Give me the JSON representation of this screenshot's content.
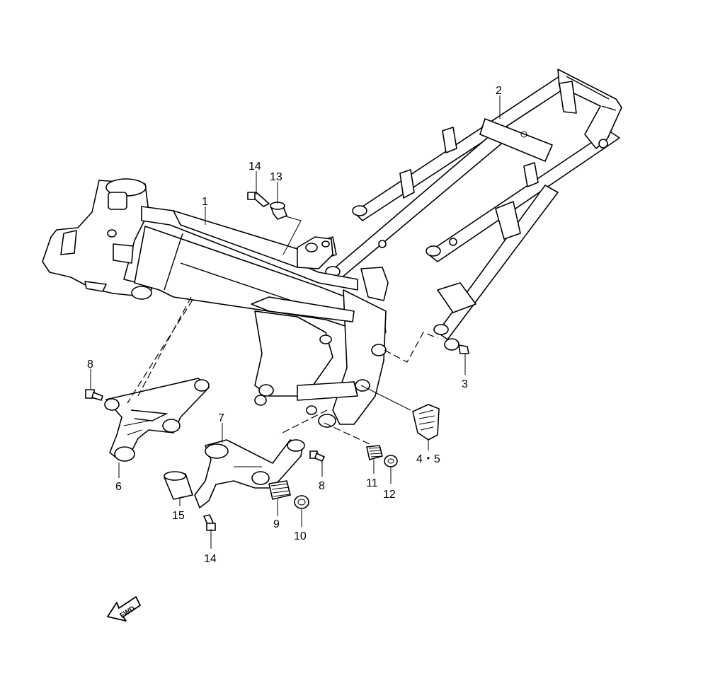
{
  "diagram": {
    "callouts": {
      "c1": "1",
      "c2": "2",
      "c3": "3",
      "c45": "4・5",
      "c6": "6",
      "c7": "7",
      "c8a": "8",
      "c8b": "8",
      "c9": "9",
      "c10": "10",
      "c11": "11",
      "c12": "12",
      "c13": "13",
      "c14a": "14",
      "c14b": "14",
      "c15": "15"
    },
    "fwd_badge": "FWD"
  }
}
